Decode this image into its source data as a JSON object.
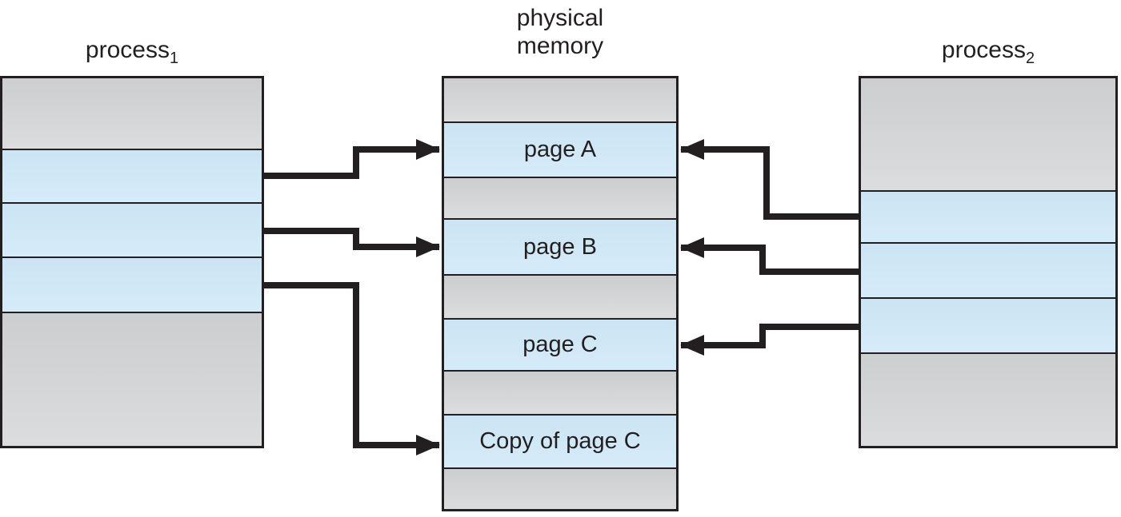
{
  "labels": {
    "process1": {
      "base": "process",
      "sub": "1"
    },
    "process2": {
      "base": "process",
      "sub": "2"
    },
    "physical_memory": {
      "line1": "physical",
      "line2": "memory"
    }
  },
  "memory_pages": {
    "page_a": "page A",
    "page_b": "page B",
    "page_c": "page C",
    "copy_of_page_c": "Copy of page C"
  },
  "arrows": [
    {
      "from": "process1 page slot 1",
      "to": "page A"
    },
    {
      "from": "process1 page slot 2",
      "to": "page B"
    },
    {
      "from": "process1 page slot 3",
      "to": "Copy of page C"
    },
    {
      "from": "process2 page slot 1",
      "to": "page A"
    },
    {
      "from": "process2 page slot 2",
      "to": "page B"
    },
    {
      "from": "process2 page slot 3",
      "to": "page C"
    }
  ],
  "colors": {
    "page_blue": "#cfe8f8",
    "segment_gray": "#d3d5d6",
    "line_black": "#231f20"
  }
}
